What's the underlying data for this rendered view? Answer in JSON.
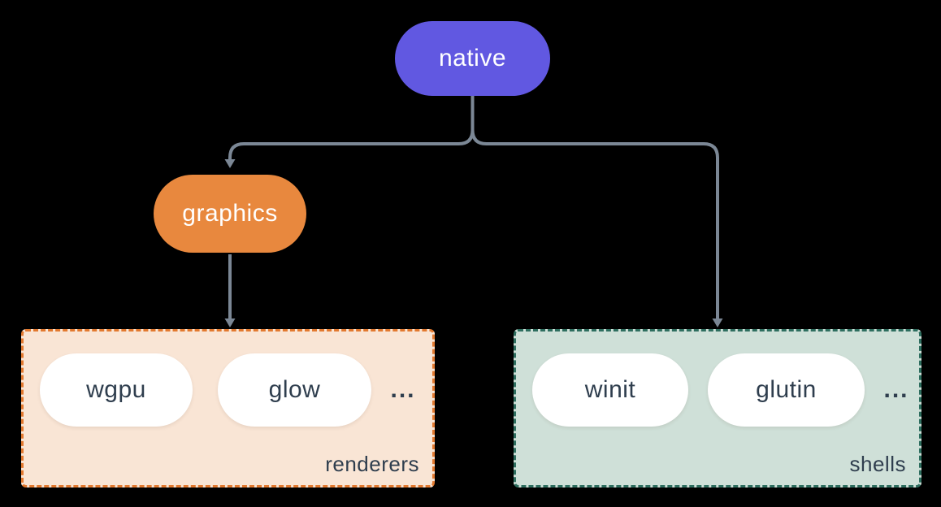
{
  "diagram": {
    "background_color": "#000000",
    "connector_color": "#7B8795",
    "pill_text_color": "#2F3E4E",
    "nodes": {
      "native": {
        "label": "native",
        "color": "#6158E1",
        "text_color": "#FFFFFF"
      },
      "graphics": {
        "label": "graphics",
        "color": "#E8883E",
        "text_color": "#FFFFFF"
      },
      "wgpu": {
        "label": "wgpu"
      },
      "glow": {
        "label": "glow"
      },
      "winit": {
        "label": "winit"
      },
      "glutin": {
        "label": "glutin"
      }
    },
    "groups": {
      "renderers": {
        "label": "renderers",
        "ellipsis": "...",
        "bg_color": "#F9E5D5",
        "border_color": "#E2792F"
      },
      "shells": {
        "label": "shells",
        "ellipsis": "...",
        "bg_color": "#CFE0D8",
        "border_color": "#2E6E5F"
      }
    },
    "edges": [
      {
        "from": "native",
        "to": "graphics"
      },
      {
        "from": "native",
        "to": "shells"
      },
      {
        "from": "graphics",
        "to": "renderers"
      }
    ]
  }
}
